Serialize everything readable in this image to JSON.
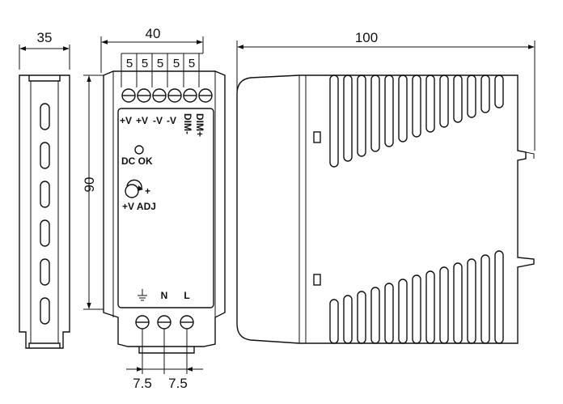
{
  "dimensions": {
    "rail_width": "35",
    "front_width": "40",
    "side_length": "100",
    "height": "90",
    "input_pitch_left": "7.5",
    "input_pitch_right": "7.5",
    "output_pitch": [
      "5",
      "5",
      "5",
      "5",
      "5"
    ]
  },
  "output_terminals": [
    "+V",
    "+V",
    "-V",
    "-V"
  ],
  "dim_labels": {
    "dim_plus": "DIM+",
    "dim_minus": "DIM-"
  },
  "indicators": {
    "dc_ok": "DC OK",
    "v_adj": "+V ADJ",
    "adj_plus": "+"
  },
  "input_terminals": {
    "neutral": "N",
    "line": "L"
  }
}
